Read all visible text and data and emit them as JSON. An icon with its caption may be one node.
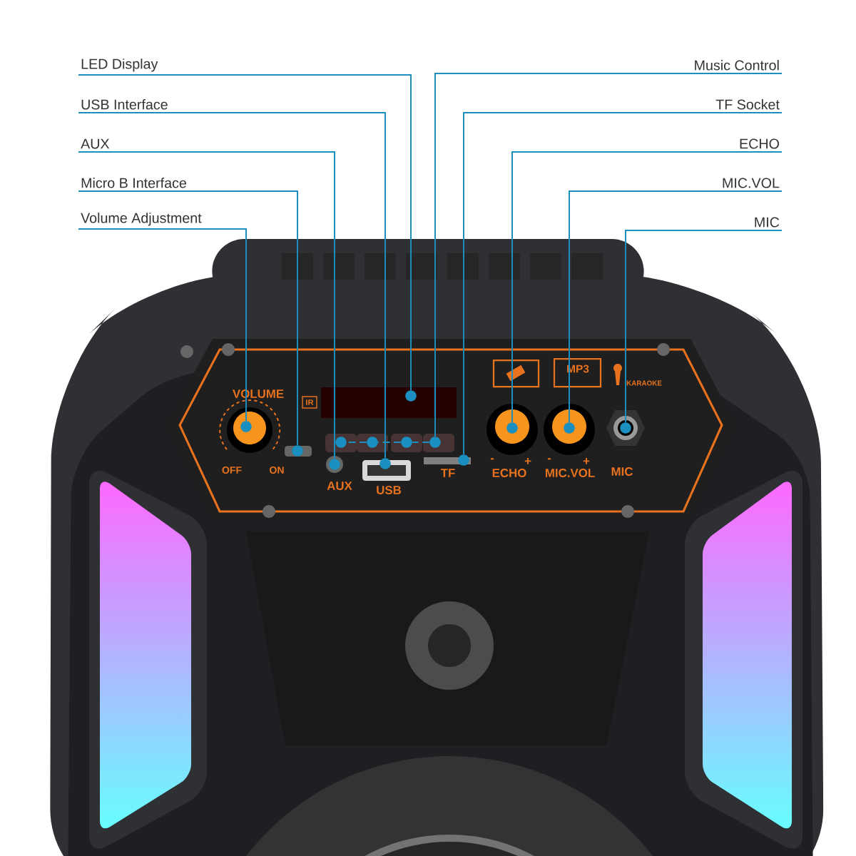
{
  "diagram": {
    "nodes": [
      {
        "text": [
          "LED Display"
        ]
      },
      {
        "text": [
          "Music Control"
        ]
      },
      {
        "text": [
          "USB Interface"
        ]
      },
      {
        "text": [
          "TF Socket"
        ]
      },
      {
        "text": [
          "AUX"
        ]
      },
      {
        "text": [
          "ECHO"
        ]
      },
      {
        "text": [
          "Micro B Interface"
        ]
      },
      {
        "text": [
          "MIC.VOL"
        ]
      },
      {
        "text": [
          "Volume Adjustment"
        ]
      },
      {
        "text": [
          "MIC"
        ]
      },
      {
        "text": [],
        "shape": "circle"
      },
      {
        "text": [],
        "shape": "circle"
      },
      {
        "text": [],
        "shape": "circle"
      },
      {
        "text": [],
        "shape": "circle"
      },
      {
        "text": [],
        "shape": "circle"
      },
      {
        "text": [],
        "shape": "circle"
      },
      {
        "text": [],
        "shape": "circle"
      },
      {
        "text": [],
        "shape": "circle"
      },
      {
        "text": [],
        "shape": "circle"
      },
      {
        "text": [],
        "shape": "circle"
      },
      {
        "text": [],
        "shape": "circle"
      },
      {
        "text": [],
        "shape": "circle"
      },
      {
        "text": [],
        "shape": "circle"
      }
    ],
    "edges": [
      {
        "from": 0,
        "to": 17,
        "arrow": "none"
      },
      {
        "from": 1,
        "to": 18,
        "arrow": "none"
      },
      {
        "from": 2,
        "to": 15,
        "arrow": "none"
      },
      {
        "from": 3,
        "to": 19,
        "arrow": "none"
      },
      {
        "from": 4,
        "to": 12,
        "arrow": "none"
      },
      {
        "from": 5,
        "to": 20,
        "arrow": "none"
      },
      {
        "from": 6,
        "to": 11,
        "arrow": "none"
      },
      {
        "from": 7,
        "to": 21,
        "arrow": "none"
      },
      {
        "from": 8,
        "to": 10,
        "arrow": "none"
      },
      {
        "from": 9,
        "to": 22,
        "arrow": "none"
      },
      {
        "from": 18,
        "to": 16,
        "arrow": "none",
        "style": "dashed"
      },
      {
        "from": 16,
        "to": 14,
        "arrow": "none",
        "style": "dashed"
      },
      {
        "from": 14,
        "to": 13,
        "arrow": "none",
        "style": "dashed"
      }
    ],
    "labels": [
      "MP3",
      "KARAOKE",
      "VOLUME",
      "IR",
      "OFF",
      "ON",
      "AUX",
      "USB",
      "TF",
      "-",
      "+",
      "-",
      "+",
      "ECHO",
      "MIC.VOL",
      "MIC"
    ]
  }
}
